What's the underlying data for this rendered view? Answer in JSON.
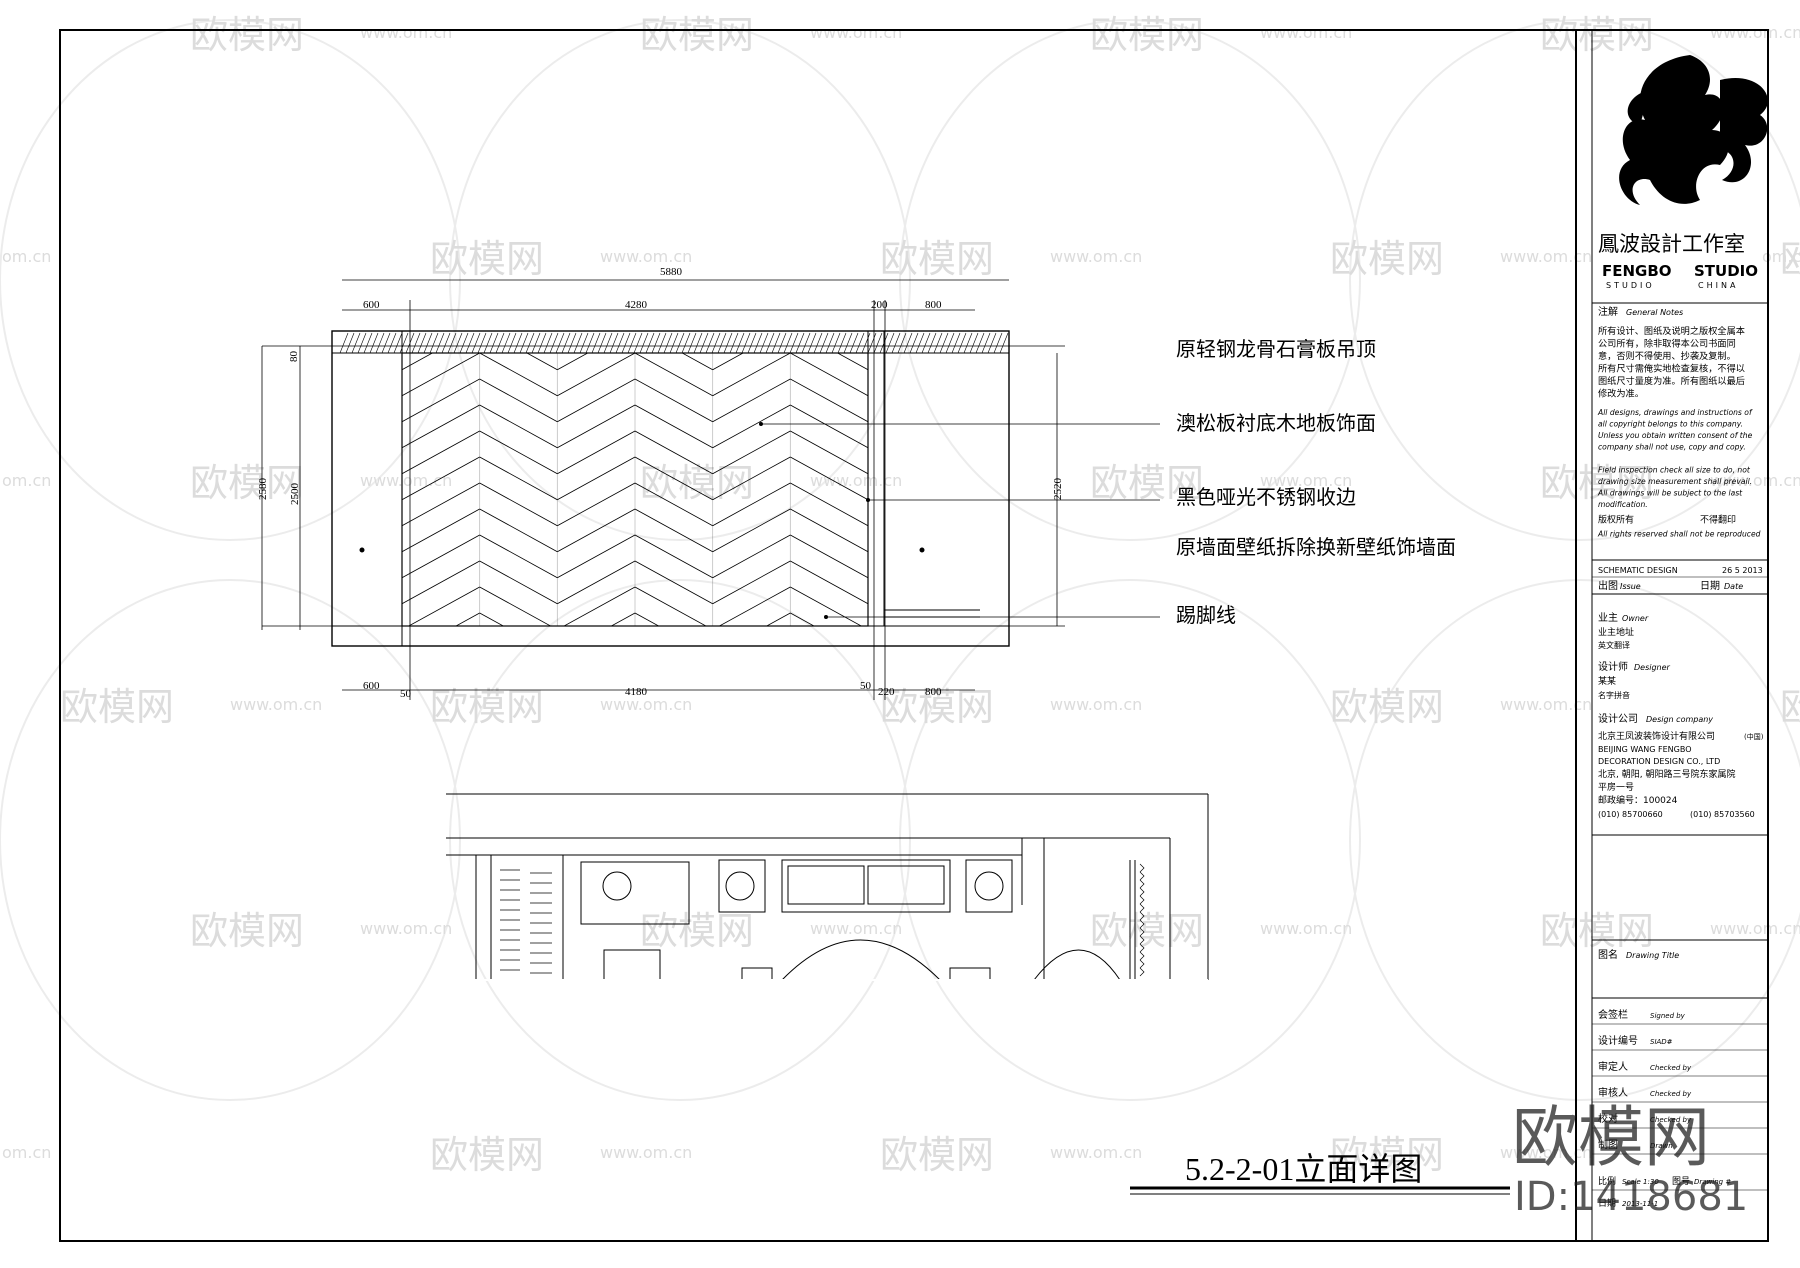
{
  "drawing": {
    "title": "5.2-2-01立面详图",
    "dims_top": {
      "total": "5880",
      "left": "600",
      "center": "4280",
      "gap": "200",
      "right": "800"
    },
    "dims_bottom": {
      "left": "600",
      "gap_left": "50",
      "center": "4180",
      "gap_right1": "50",
      "gap_right2": "220",
      "right": "800"
    },
    "dims_left": {
      "top": "80",
      "outer": "2580",
      "inner": "2500"
    },
    "dims_right": {
      "height": "2520"
    },
    "callouts": [
      "原轻钢龙骨石膏板吊顶",
      "澳松板衬底木地板饰面",
      "黑色哑光不锈钢收边",
      "原墙面壁纸拆除换新壁纸饰墙面",
      "踢脚线"
    ]
  },
  "watermark": {
    "brand": "欧模网",
    "site": "www.om.cn",
    "site_short": "om.cn",
    "big": "欧模网",
    "id": "ID:1418681"
  },
  "title_block": {
    "studio_cn": "鳳波設計工作室",
    "studio_en1": "FENGBO",
    "studio_en2": "STUDIO",
    "studio_sub1": "STUDIO",
    "studio_sub2": "CHINA",
    "notes_label_cn": "注解",
    "notes_label_en": "General Notes",
    "notes_cn": [
      "所有设计、图纸及说明之版权全属本",
      "公司所有，除非取得本公司书面同",
      "意，否则不得使用、抄袭及复制。",
      "所有尺寸需俺实地检查复核，不得以",
      "图纸尺寸量度为准。所有图纸以最后",
      "修改为准。"
    ],
    "notes_en": [
      "All designs, drawings and instructions of",
      "all copyright belongs to this company.",
      "Unless you obtain written consent of the",
      "company shall not use, copy and copy.",
      "",
      "Field inspection check all size to do, not",
      "drawing size measurement shall prevail.",
      "All drawings will be subject to the last",
      "modification."
    ],
    "rights_cn": "版权所有",
    "rights_cn2": "不得翻印",
    "rights_en": "All rights reserved shall not be reproduced",
    "issue_name": "SCHEMATIC DESIGN",
    "issue_date": "26 5 2013",
    "issue_label_cn": "出图",
    "issue_label_en": "Issue",
    "date_label_cn": "日期",
    "date_label_en": "Date",
    "owner_cn": "业主",
    "owner_en": "Owner",
    "owner_addr": "业主地址",
    "owner_trans": "英文翻译",
    "designer_cn": "设计师",
    "designer_en": "Designer",
    "designer_name": "某某",
    "designer_pinyin": "名字拼音",
    "company_cn": "设计公司",
    "company_en": "Design company",
    "company_name": "北京王凤波装饰设计有限公司",
    "company_country": "(中国)",
    "company_en1": "BEIJING   WANG FENGBO",
    "company_en2": "DECORATION   DESIGN   CO., LTD",
    "company_addr1": "北京, 朝阳, 朝阳路三号院东家属院",
    "company_addr2": "平房一号",
    "company_zip": "邮政编号：100024",
    "phone1": "(010) 85700660",
    "phone2": "(010) 85703560",
    "drawing_title_cn": "图名",
    "drawing_title_en": "Drawing Title",
    "rows": [
      {
        "cn": "会签栏",
        "en": "Signed by"
      },
      {
        "cn": "设计编号",
        "en": "SIAD#"
      },
      {
        "cn": "审定人",
        "en": "Checked by"
      },
      {
        "cn": "审核人",
        "en": "Checked by"
      },
      {
        "cn": "校对",
        "en": "Checked by"
      },
      {
        "cn": "制图",
        "en": "Drawn"
      }
    ],
    "scale_cn": "比例",
    "scale_en": "Scale 1:30",
    "drawno_cn": "图号",
    "drawno_en": "Drawing #",
    "date_cn": "日期",
    "date_val": "2013-11-1"
  }
}
